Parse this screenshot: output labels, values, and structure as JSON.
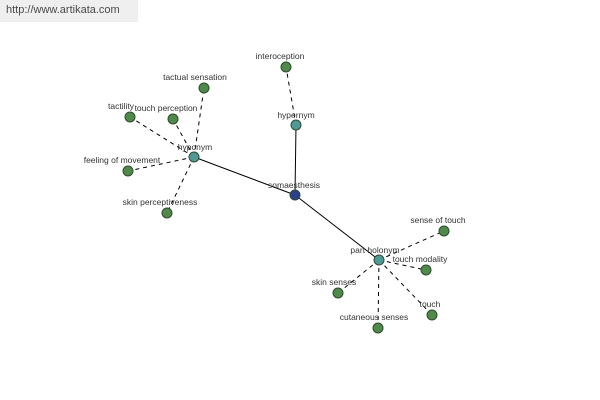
{
  "watermark": {
    "url": "http://www.artikata.com"
  },
  "colors": {
    "center": "#2c3e8c",
    "relation": "#4f9a96",
    "leaf": "#4f8a4a",
    "edge": "#000000"
  },
  "graph": {
    "center": {
      "id": "somaesthesis",
      "label": "somaesthesis"
    },
    "relations": [
      {
        "id": "hyponym",
        "label": "hyponym"
      },
      {
        "id": "hypernym",
        "label": "hypernym"
      },
      {
        "id": "part_holonym",
        "label": "part holonym"
      }
    ],
    "leaves": [
      {
        "id": "tactual_sensation",
        "label": "tactual sensation",
        "parent": "hyponym"
      },
      {
        "id": "tactility",
        "label": "tactility",
        "parent": "hyponym"
      },
      {
        "id": "touch_perception",
        "label": "touch perception",
        "parent": "hyponym"
      },
      {
        "id": "feeling_of_movement",
        "label": "feeling of movement",
        "parent": "hyponym"
      },
      {
        "id": "skin_perceptiveness",
        "label": "skin perceptiveness",
        "parent": "hyponym"
      },
      {
        "id": "interoception",
        "label": "interoception",
        "parent": "hypernym"
      },
      {
        "id": "sense_of_touch",
        "label": "sense of touch",
        "parent": "part_holonym"
      },
      {
        "id": "touch_modality",
        "label": "touch modality",
        "parent": "part_holonym"
      },
      {
        "id": "skin_senses",
        "label": "skin senses",
        "parent": "part_holonym"
      },
      {
        "id": "touch",
        "label": "touch",
        "parent": "part_holonym"
      },
      {
        "id": "cutaneous_senses",
        "label": "cutaneous senses",
        "parent": "part_holonym"
      }
    ]
  }
}
